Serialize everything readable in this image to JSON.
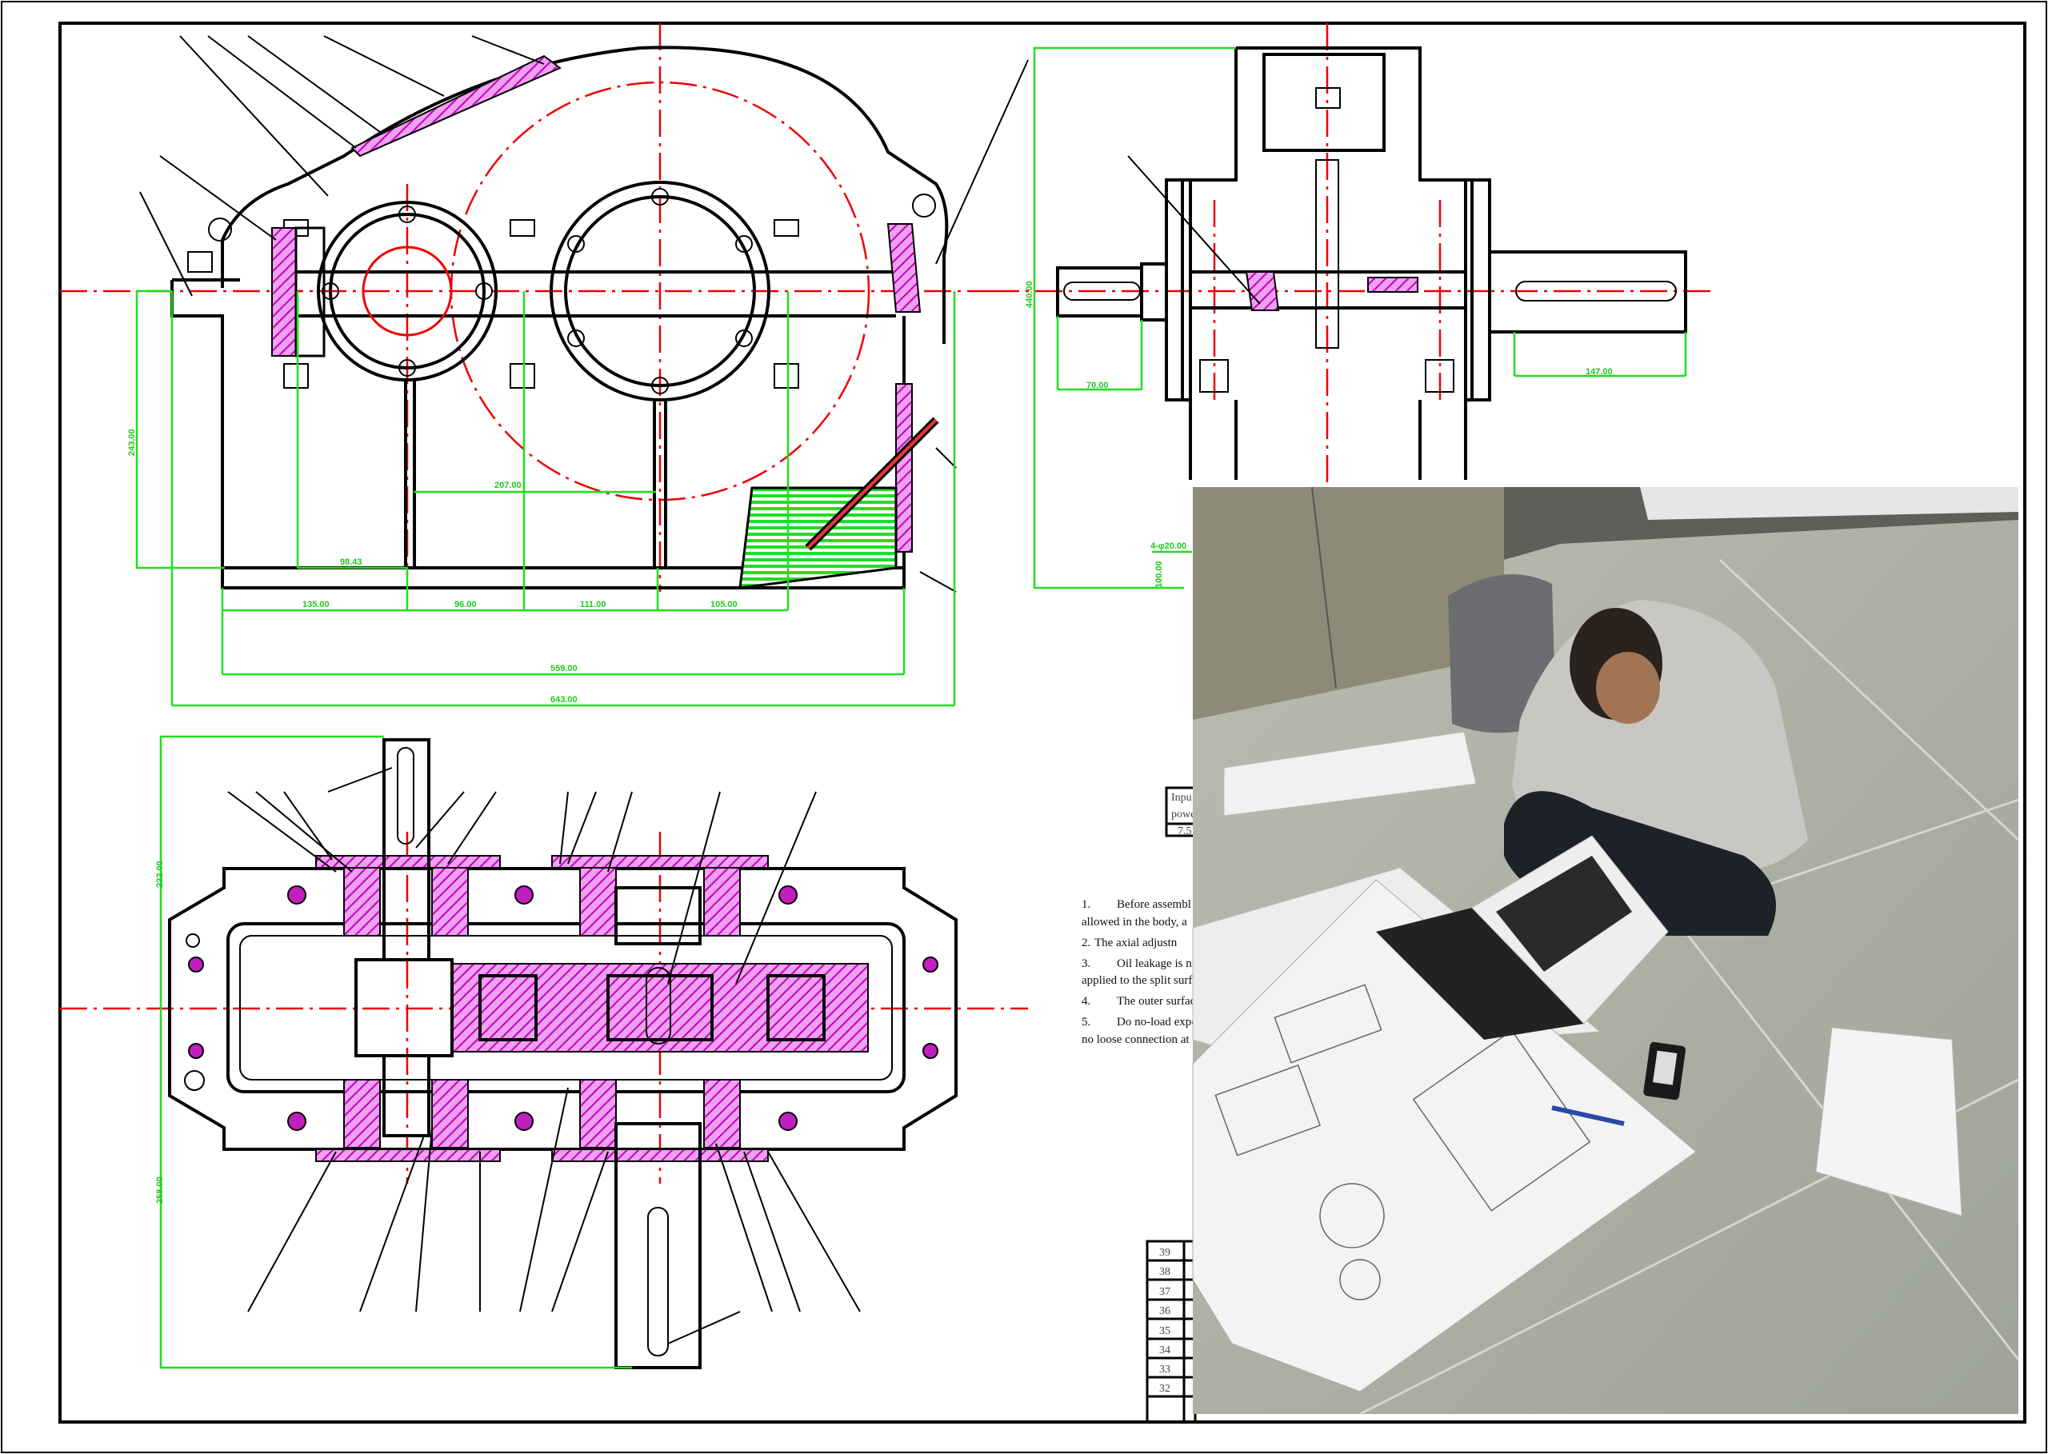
{
  "drawing": {
    "dimensions_front": {
      "d207": "207.00",
      "d98": "98.43",
      "d135": "135.00",
      "d96": "96.00",
      "d111": "111.00",
      "d105": "105.00",
      "d559": "559.00",
      "d643": "643.00",
      "d243": "243.00"
    },
    "dimensions_side": {
      "d70": "70.00",
      "d147": "147.00",
      "d440": "440.00",
      "d4phi": "4-φ20.00",
      "d100": "100.00"
    },
    "dimensions_plan": {
      "d222": "222.00",
      "d258": "258.00"
    },
    "tech_table": {
      "row1": "Inpu",
      "row2": "powe",
      "value": "7.5"
    },
    "notes": [
      {
        "num": "1.",
        "line1": "Before assembl",
        "line2": "allowed in the body, a"
      },
      {
        "num": "2.",
        "line1": "The axial adjustn"
      },
      {
        "num": "3.",
        "line1": "Oil leakage is nc",
        "line2": "applied to the split surfa"
      },
      {
        "num": "4.",
        "line1": "The outer surfac"
      },
      {
        "num": "5.",
        "line1": "Do no-load expe",
        "line2": "no loose connection at t"
      }
    ],
    "parts_table": [
      "39",
      "38",
      "37",
      "36",
      "35",
      "34",
      "33",
      "32"
    ]
  },
  "colors": {
    "dimension": "#1ee01e",
    "centerline": "#e00000",
    "section": "#c020c0"
  }
}
